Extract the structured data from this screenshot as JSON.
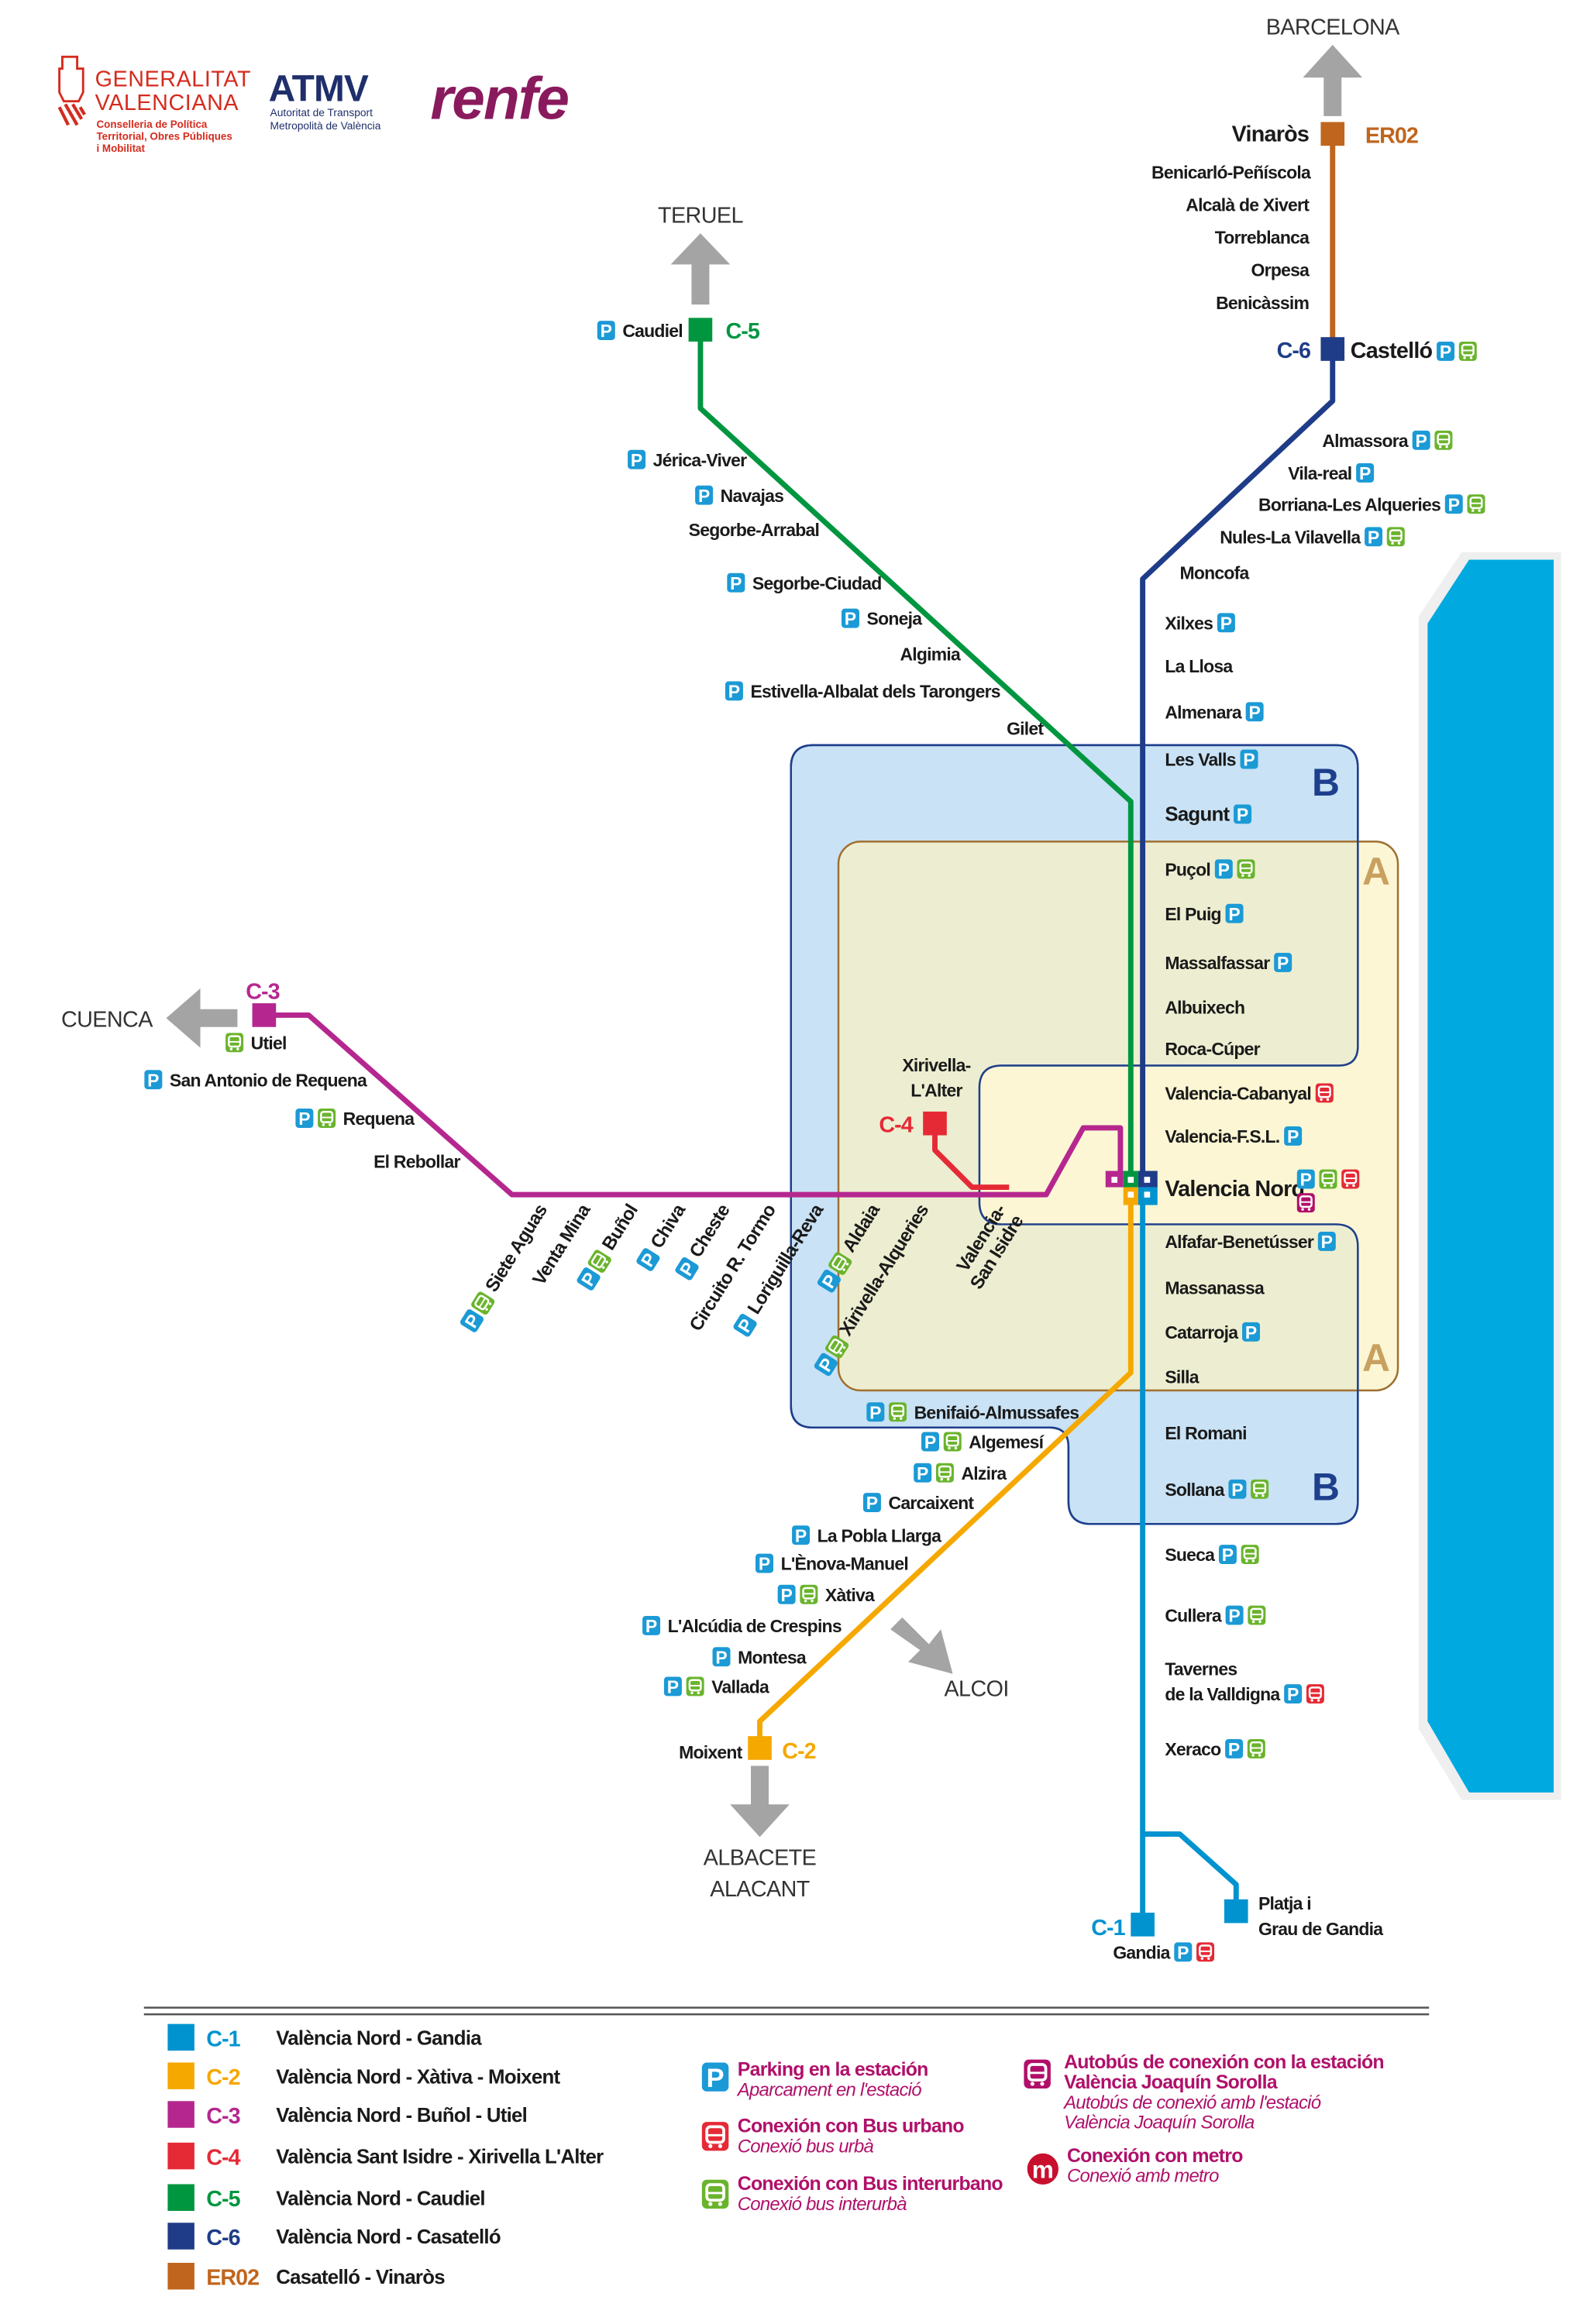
{
  "logos": {
    "generalitat": {
      "line1": "GENERALITAT",
      "line2": "VALENCIANA",
      "sub1": "Conselleria de Política",
      "sub2": "Territorial, Obres Públiques",
      "sub3": "i Mobilitat"
    },
    "atmv": {
      "name": "ATMV",
      "sub1": "Autoritat de Transport",
      "sub2": "Metropolità de València"
    },
    "renfe": {
      "name": "renfe"
    }
  },
  "colors": {
    "C-1": "#0093d0",
    "C-2": "#f5a800",
    "C-3": "#b5278f",
    "C-4": "#e52a36",
    "C-5": "#009640",
    "C-6": "#1f3c88",
    "ER02": "#c0651d",
    "parking": "#1b9ad6",
    "bus_urban": "#e52a36",
    "bus_interurban": "#6ab42d",
    "bus_sorolla": "#b0106a",
    "metro": "#c8102e",
    "zone_b": "#c9e2f5",
    "zone_a": "#fbf3c4",
    "sea": "#00a9e0"
  },
  "destinations": {
    "barcelona": "BARCELONA",
    "teruel": "TERUEL",
    "cuenca": "CUENCA",
    "alcoi": "ALCOI",
    "albacete": "ALBACETE",
    "alacant": "ALACANT"
  },
  "zones": {
    "a": "A",
    "b": "B"
  },
  "line_codes": {
    "c1": "C-1",
    "c2": "C-2",
    "c3": "C-3",
    "c4": "C-4",
    "c5": "C-5",
    "c6": "C-6",
    "er02": "ER02"
  },
  "stations": {
    "er02": [
      {
        "name": "Vinaròs",
        "services": []
      },
      {
        "name": "Benicarló-Peñíscola",
        "services": []
      },
      {
        "name": "Alcalà de Xivert",
        "services": []
      },
      {
        "name": "Torreblanca",
        "services": []
      },
      {
        "name": "Orpesa",
        "services": []
      },
      {
        "name": "Benicàssim",
        "services": []
      }
    ],
    "c6": [
      {
        "name": "Castelló",
        "services": [
          "P",
          "bi"
        ]
      },
      {
        "name": "Almassora",
        "services": [
          "P",
          "bi"
        ]
      },
      {
        "name": "Vila-real",
        "services": [
          "P"
        ]
      },
      {
        "name": "Borriana-Les Alqueries",
        "services": [
          "P",
          "bi"
        ]
      },
      {
        "name": "Nules-La Vilavella",
        "services": [
          "P",
          "bi"
        ]
      },
      {
        "name": "Moncofa",
        "services": []
      },
      {
        "name": "Xilxes",
        "services": [
          "P"
        ]
      },
      {
        "name": "La Llosa",
        "services": []
      },
      {
        "name": "Almenara",
        "services": [
          "P"
        ]
      },
      {
        "name": "Les Valls",
        "services": [
          "P"
        ]
      },
      {
        "name": "Sagunt",
        "services": [
          "P"
        ]
      },
      {
        "name": "Puçol",
        "services": [
          "P",
          "bi"
        ]
      },
      {
        "name": "El Puig",
        "services": [
          "P"
        ]
      },
      {
        "name": "Massalfassar",
        "services": [
          "P"
        ]
      },
      {
        "name": "Albuixech",
        "services": []
      },
      {
        "name": "Roca-Cúper",
        "services": []
      },
      {
        "name": "Valencia-Cabanyal",
        "services": [
          "bu"
        ]
      },
      {
        "name": "Valencia-F.S.L.",
        "services": [
          "P"
        ]
      },
      {
        "name": "Valencia Nord",
        "services": [
          "P",
          "bi",
          "bu",
          "bs"
        ]
      }
    ],
    "c1": [
      {
        "name": "Alfafar-Benetússer",
        "services": [
          "P"
        ]
      },
      {
        "name": "Massanassa",
        "services": []
      },
      {
        "name": "Catarroja",
        "services": [
          "P"
        ]
      },
      {
        "name": "Silla",
        "services": []
      },
      {
        "name": "El Romani",
        "services": []
      },
      {
        "name": "Sollana",
        "services": [
          "P",
          "bi"
        ]
      },
      {
        "name": "Sueca",
        "services": [
          "P",
          "bi"
        ]
      },
      {
        "name": "Cullera",
        "services": [
          "P",
          "bi"
        ]
      },
      {
        "name": "Tavernes de la Valldigna",
        "lines": [
          "Tavernes",
          "de la Valldigna"
        ],
        "services": [
          "P",
          "bu"
        ]
      },
      {
        "name": "Xeraco",
        "services": [
          "P",
          "bi"
        ]
      },
      {
        "name": "Gandia",
        "services": [
          "P",
          "bu"
        ]
      },
      {
        "name": "Platja i Grau de Gandia",
        "lines": [
          "Platja i",
          "Grau de Gandia"
        ],
        "services": []
      }
    ],
    "c5": [
      {
        "name": "Caudiel",
        "services": [
          "P"
        ]
      },
      {
        "name": "Jérica-Viver",
        "services": [
          "P"
        ]
      },
      {
        "name": "Navajas",
        "services": [
          "P"
        ]
      },
      {
        "name": "Segorbe-Arrabal",
        "services": []
      },
      {
        "name": "Segorbe-Ciudad",
        "services": [
          "P"
        ]
      },
      {
        "name": "Soneja",
        "services": [
          "P"
        ]
      },
      {
        "name": "Algimia",
        "services": []
      },
      {
        "name": "Estivella-Albalat dels Tarongers",
        "services": [
          "P"
        ]
      },
      {
        "name": "Gilet",
        "services": []
      }
    ],
    "c2": [
      {
        "name": "Benifaió-Almussafes",
        "services": [
          "P",
          "bi"
        ]
      },
      {
        "name": "Algemesí",
        "services": [
          "P",
          "bi"
        ]
      },
      {
        "name": "Alzira",
        "services": [
          "P",
          "bi"
        ]
      },
      {
        "name": "Carcaixent",
        "services": [
          "P"
        ]
      },
      {
        "name": "La Pobla Llarga",
        "services": [
          "P"
        ]
      },
      {
        "name": "L'Ènova-Manuel",
        "services": [
          "P"
        ]
      },
      {
        "name": "Xàtiva",
        "services": [
          "P",
          "bi"
        ]
      },
      {
        "name": "L'Alcúdia de Crespins",
        "services": [
          "P"
        ]
      },
      {
        "name": "Montesa",
        "services": [
          "P"
        ]
      },
      {
        "name": "Vallada",
        "services": [
          "P",
          "bi"
        ]
      },
      {
        "name": "Moixent",
        "services": []
      }
    ],
    "c3": [
      {
        "name": "Utiel",
        "services": [
          "bi"
        ]
      },
      {
        "name": "San Antonio de Requena",
        "services": [
          "P"
        ]
      },
      {
        "name": "Requena",
        "services": [
          "P",
          "bi"
        ]
      },
      {
        "name": "El Rebollar",
        "services": []
      },
      {
        "name": "Siete Aguas",
        "services": [
          "P",
          "bi"
        ]
      },
      {
        "name": "Venta Mina",
        "services": []
      },
      {
        "name": "Buñol",
        "services": [
          "P",
          "bi"
        ]
      },
      {
        "name": "Chiva",
        "services": [
          "P"
        ]
      },
      {
        "name": "Cheste",
        "services": [
          "P"
        ]
      },
      {
        "name": "Circuito R. Tormo",
        "services": []
      },
      {
        "name": "Loriguilla-Reva",
        "services": [
          "P"
        ]
      },
      {
        "name": "Aldaia",
        "services": [
          "P",
          "bi"
        ]
      },
      {
        "name": "Xirivella-Alqueries",
        "services": [
          "P",
          "bi"
        ]
      },
      {
        "name": "Valencia-San Isidre",
        "lines": [
          "Valencia-",
          "San Isidre"
        ],
        "services": []
      }
    ],
    "c4": [
      {
        "name": "Xirivella-L'Alter",
        "lines": [
          "Xirivella-",
          "L'Alter"
        ],
        "services": []
      }
    ]
  },
  "legend": {
    "lines": [
      {
        "code": "C-1",
        "name": "València Nord - Gandia"
      },
      {
        "code": "C-2",
        "name": "València Nord - Xàtiva - Moixent"
      },
      {
        "code": "C-3",
        "name": "València Nord - Buñol - Utiel"
      },
      {
        "code": "C-4",
        "name": "València Sant Isidre - Xirivella L'Alter"
      },
      {
        "code": "C-5",
        "name": "València Nord - Caudiel"
      },
      {
        "code": "C-6",
        "name": "València Nord - Casatelló"
      },
      {
        "code": "ER02",
        "name": "Casatelló - Vinaròs"
      }
    ],
    "services": [
      {
        "icon": "parking-icon",
        "type": "P",
        "title": "Parking en la estación",
        "subtitle": [
          "Aparcament en l'estació"
        ]
      },
      {
        "icon": "bus-urban-icon",
        "type": "bu",
        "title": "Conexión con Bus urbano",
        "subtitle": [
          "Conexió bus urbà"
        ]
      },
      {
        "icon": "bus-interurban-icon",
        "type": "bi",
        "title": "Conexión con Bus interurbano",
        "subtitle": [
          "Conexió bus interurbà"
        ]
      },
      {
        "icon": "bus-sorolla-icon",
        "type": "bs",
        "title": "Autobús de conexión con la estación València Joaquín Sorolla",
        "titleLines": [
          "Autobús de conexión con la estación",
          "València Joaquín Sorolla"
        ],
        "subtitle": [
          "Autobús de conexió amb l'estació",
          "València Joaquín Sorolla"
        ]
      },
      {
        "icon": "metro-icon",
        "type": "m",
        "title": "Conexión con metro",
        "subtitle": [
          "Conexió amb metro"
        ]
      }
    ]
  }
}
